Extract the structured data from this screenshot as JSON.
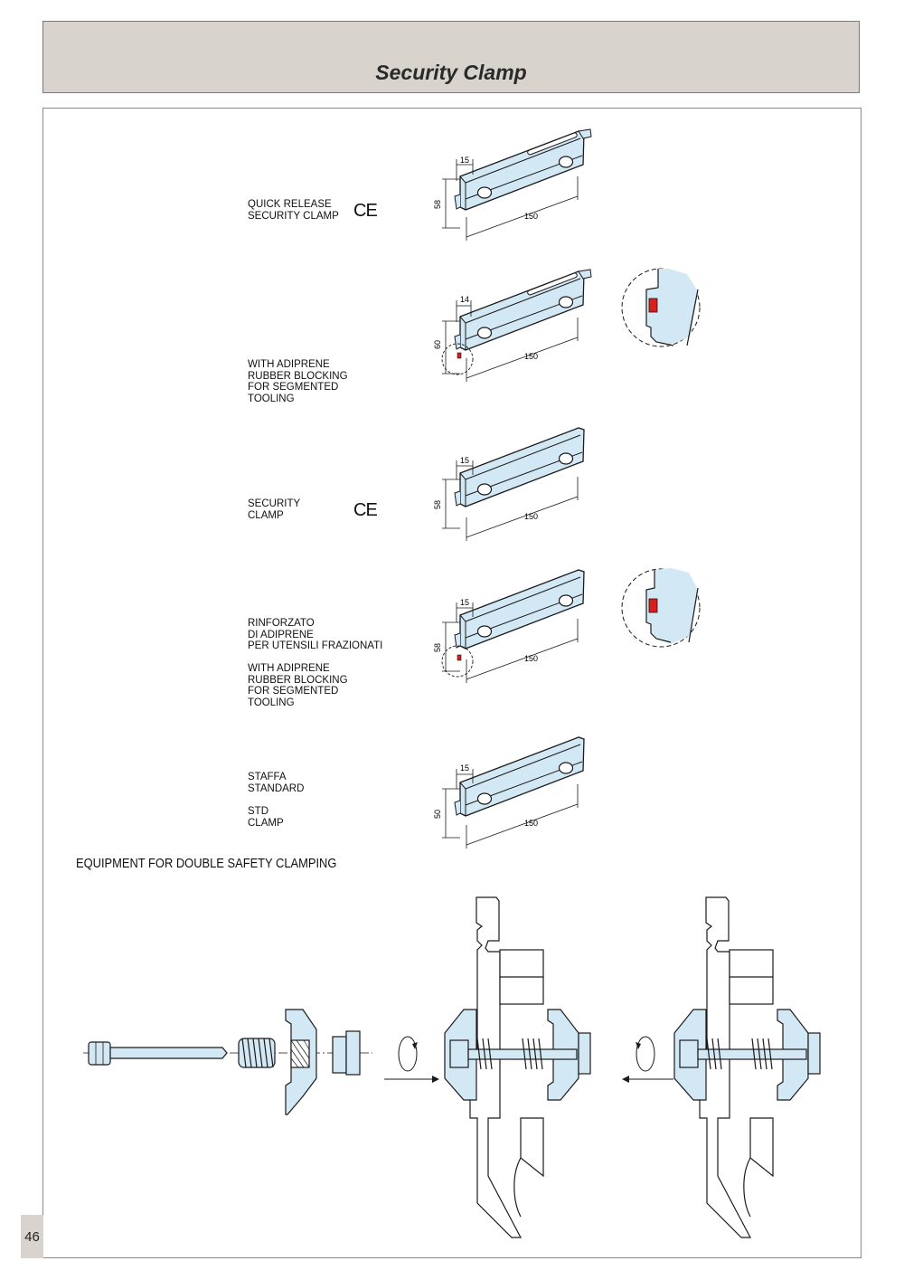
{
  "header": {
    "title": "Security Clamp"
  },
  "page": {
    "number": "46"
  },
  "clamps": [
    {
      "label": "QUICK RELEASE\nSECURITY CLAMP",
      "ce_mark": "CE",
      "width_dim": "15",
      "height_dim": "58",
      "length_dim": "150"
    },
    {
      "label": "WITH ADIPRENE\nRUBBER BLOCKING\nFOR SEGMENTED\nTOOLING",
      "width_dim": "14",
      "height_dim": "60",
      "length_dim": "150"
    },
    {
      "label": "SECURITY\nCLAMP",
      "ce_mark": "CE",
      "width_dim": "15",
      "height_dim": "58",
      "length_dim": "150"
    },
    {
      "label": "RINFORZATO\nDI ADIPRENE\nPER UTENSILI FRAZIONATI",
      "label_en": "WITH ADIPRENE\nRUBBER BLOCKING\nFOR SEGMENTED\nTOOLING",
      "width_dim": "15",
      "height_dim": "58",
      "length_dim": "150"
    },
    {
      "label": "STAFFA\nSTANDARD",
      "label_en": "STD\nCLAMP",
      "width_dim": "15",
      "height_dim": "50",
      "length_dim": "150"
    }
  ],
  "equipment": {
    "heading": "EQUIPMENT FOR DOUBLE SAFETY CLAMPING"
  },
  "colors": {
    "part_fill": "#d3e8f5",
    "outline": "#1a1a1a",
    "rubber": "#d91e1e",
    "header_bg": "#d9d3ce"
  }
}
